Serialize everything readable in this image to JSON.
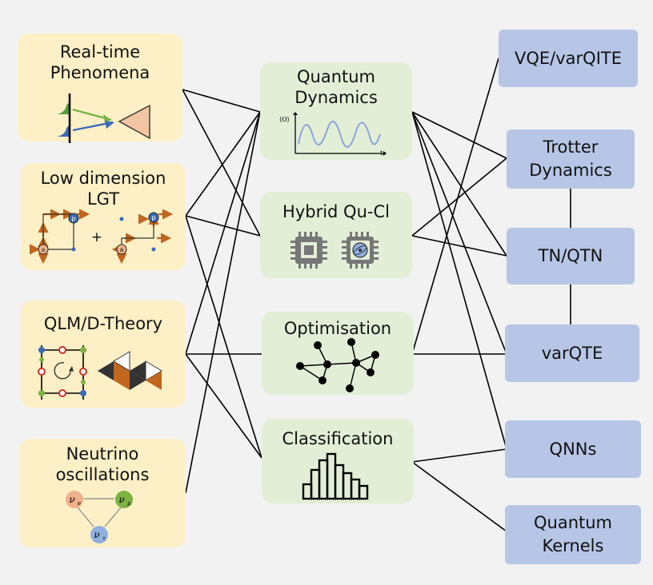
{
  "left": [
    {
      "label": "Real-time\nPhenomena"
    },
    {
      "label": "Low dimension\nLGT",
      "plus": "+",
      "node_p": "p",
      "node_a": "a"
    },
    {
      "label": "QLM/D-Theory"
    },
    {
      "label": "Neutrino\noscillations",
      "nu_e": "ν",
      "nu_e_sub": "e",
      "nu_mu": "ν",
      "nu_mu_sub": "μ",
      "nu_tau": "ν",
      "nu_tau_sub": "τ"
    }
  ],
  "middle": [
    {
      "label": "Quantum\nDynamics",
      "ylabel": "⟨O⟩",
      "xlabel": "t"
    },
    {
      "label": "Hybrid Qu-Cl"
    },
    {
      "label": "Optimisation"
    },
    {
      "label": "Classification"
    }
  ],
  "right": [
    {
      "label": "VQE/varQITE"
    },
    {
      "label": "Trotter\nDynamics"
    },
    {
      "label": "TN/QTN"
    },
    {
      "label": "varQTE"
    },
    {
      "label": "QNNs"
    },
    {
      "label": "Quantum\nKernels"
    }
  ],
  "colors": {
    "left_bg": "#fdf0c6",
    "mid_bg": "#e3eed7",
    "right_bg": "#b7c6e6",
    "arrow": "#c0661e",
    "blue": "#3b6bb5",
    "green": "#7cb342"
  }
}
